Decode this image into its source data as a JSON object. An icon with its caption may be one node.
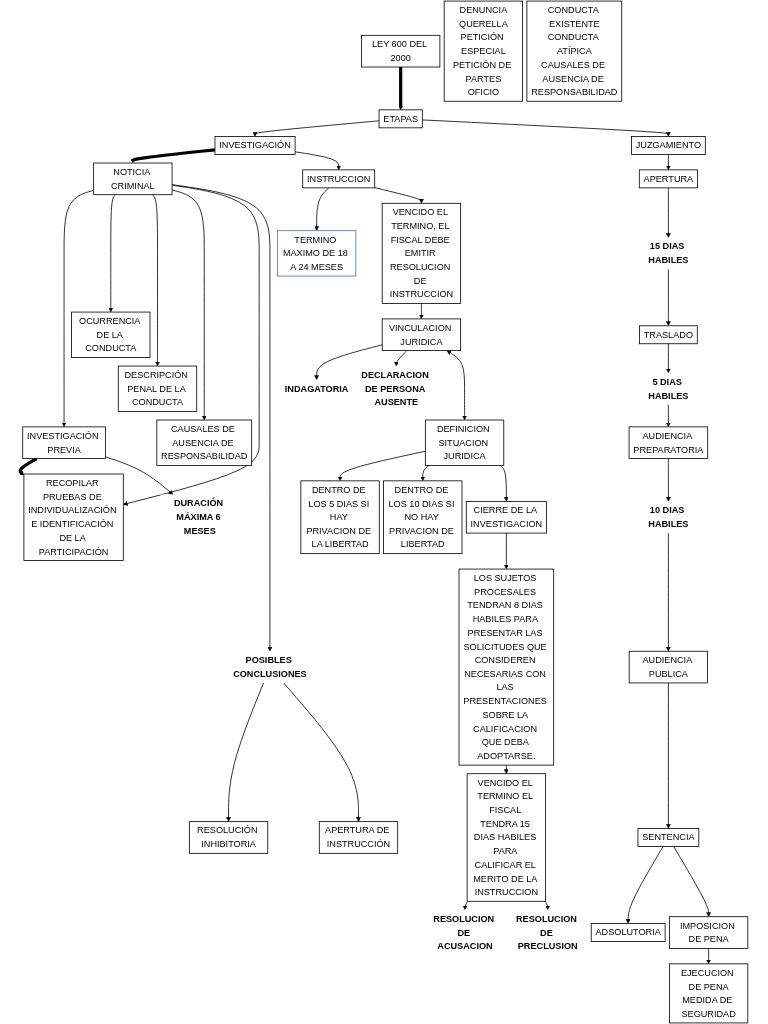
{
  "diagram": {
    "nodes": [
      {
        "text": [
          "LEY 600 DEL 2000"
        ]
      },
      {
        "text": [
          "ETAPAS"
        ]
      },
      {
        "text": [
          "INVESTIGACIÓN"
        ]
      },
      {
        "text": [
          "JUZGAMIENTO"
        ]
      },
      {
        "text": [
          "NOTICIA CRIMINAL"
        ]
      },
      {
        "text": [
          "DENUNCIA",
          "QUERELLA",
          "PETICIÓN ESPECIAL",
          "PETICIÓN DE PARTES",
          "OFICIO"
        ]
      },
      {
        "text": [
          "INVESTIGACIÓN PREVIA"
        ]
      },
      {
        "text": [
          "OCURRENCIA DE LA CONDUCTA"
        ]
      },
      {
        "text": [
          "DESCRIPCIÓN PENAL DE LA CONDUCTA"
        ]
      },
      {
        "text": [
          "CAUSALES DE AUSENCIA DE RESPONSABILIDAD"
        ]
      },
      {
        "text": [
          "RECOPILAR PRUEBAS DE INDIVIDUALIZACIÓN E IDENTIFICACIÓN DE LA PARTICIPACIÓN"
        ]
      },
      {
        "text": [
          "POSIBLES CONCLUSIONES"
        ]
      },
      {
        "text": [
          "RESOLUCIÓN INHIBITORIA"
        ]
      },
      {
        "text": [
          "APERTURA DE INSTRUCCIÓN"
        ]
      },
      {
        "text": [
          "CONDUCTA EXISTENTE",
          "CONDUCTA ATÍPICA",
          "CAUSALES DE AUSENCIA DE RESPONSABILIDAD"
        ]
      },
      {
        "text": [
          "TERMINO MAXIMO DE 18 A 24 MESES"
        ]
      },
      {
        "text": [
          "INSTRUCCION"
        ]
      },
      {
        "text": [
          "VENCIDO EL TERMINO, EL FISCAL DEBE EMITIR RESOLUCION DE INSTRUCCION"
        ]
      },
      {
        "text": [
          "DURACIÓN MÁXIMA 6 MESES"
        ]
      },
      {
        "text": [
          "VINCULACION JURIDICA"
        ]
      },
      {
        "text": [
          "INDAGATORIA"
        ]
      },
      {
        "text": [
          "DECLARACION DE PERSONA AUSENTE"
        ]
      },
      {
        "text": [
          "DEFINICION SITUACION JURIDICA"
        ]
      },
      {
        "text": [
          "DENTRO DE LOS 5 DIAS SI HAY PRIVACION DE LA LIBERTAD"
        ]
      },
      {
        "text": [
          "DENTRO DE LOS 10 DIAS SI NO HAY PRIVACION DE LIBERTAD"
        ]
      },
      {
        "text": [
          "CIERRE DE LA INVESTIGACION"
        ]
      },
      {
        "text": [
          "LOS SUJETOS PROCESALES TENDRAN 8 DIAS HABILES PARA PRESENTAR LAS SOLICITUDES QUE CONSIDEREN NECESARIAS CON LAS PRESENTACIONES SOBRE LA CALIFICACION QUE DEBA ADOPTARSE."
        ]
      },
      {
        "text": [
          "VENCIDO EL TERMINO EL FISCAL TENDRA 15 DIAS HABILES PARA CALIFICAR EL MERITO DE LA INSTRUCCION"
        ]
      },
      {
        "text": [
          "RESOLUCION DE ACUSACION"
        ]
      },
      {
        "text": [
          "RESOLUCION DE PRECLUSION"
        ]
      },
      {
        "text": [
          "APERTURA"
        ]
      },
      {
        "text": [
          "15 DIAS HABILES"
        ]
      },
      {
        "text": [
          "TRASLADO"
        ]
      },
      {
        "text": [
          "5 DIAS HABILES"
        ]
      },
      {
        "text": [
          "AUDIENCIA PREPARATORIA"
        ]
      },
      {
        "text": [
          "10 DIAS HABILES"
        ]
      },
      {
        "text": [
          "AUDIENCIA PUBLICA"
        ]
      },
      {
        "text": [
          "SENTENCIA"
        ]
      },
      {
        "text": [
          "ADSOLUTORIA"
        ]
      },
      {
        "text": [
          "IMPOSICION DE PENA"
        ]
      },
      {
        "text": [
          "EJECUCION DE PENA",
          "MEDIDA DE SEGURIDAD"
        ]
      }
    ],
    "edges": [
      {
        "from": 0,
        "to": 1,
        "arrow": "to",
        "style": "thick"
      },
      {
        "from": 1,
        "to": 2,
        "arrow": "to"
      },
      {
        "from": 1,
        "to": 3,
        "arrow": "to"
      },
      {
        "from": 2,
        "to": 4,
        "arrow": "to",
        "style": "thick"
      },
      {
        "from": 2,
        "to": 16,
        "arrow": "to"
      },
      {
        "from": 4,
        "to": 6,
        "arrow": "to"
      },
      {
        "from": 4,
        "to": 7,
        "arrow": "to"
      },
      {
        "from": 4,
        "to": 8,
        "arrow": "to"
      },
      {
        "from": 4,
        "to": 9,
        "arrow": "to"
      },
      {
        "from": 4,
        "to": 10,
        "arrow": "to"
      },
      {
        "from": 4,
        "to": 11,
        "arrow": "to"
      },
      {
        "from": 6,
        "to": 10,
        "arrow": "to",
        "style": "thick"
      },
      {
        "from": 6,
        "to": 18,
        "arrow": "to"
      },
      {
        "from": 11,
        "to": 12,
        "arrow": "to"
      },
      {
        "from": 11,
        "to": 13,
        "arrow": "to"
      },
      {
        "from": 16,
        "to": 15,
        "arrow": "to"
      },
      {
        "from": 16,
        "to": 17,
        "arrow": "to"
      },
      {
        "from": 17,
        "to": 19,
        "arrow": "to"
      },
      {
        "from": 19,
        "to": 20,
        "arrow": "to"
      },
      {
        "from": 19,
        "to": 21,
        "arrow": "to"
      },
      {
        "from": 19,
        "to": 22,
        "arrow": "both"
      },
      {
        "from": 22,
        "to": 23,
        "arrow": "to"
      },
      {
        "from": 22,
        "to": 24,
        "arrow": "to"
      },
      {
        "from": 22,
        "to": 25,
        "arrow": "to"
      },
      {
        "from": 25,
        "to": 26,
        "arrow": "to"
      },
      {
        "from": 26,
        "to": 27,
        "arrow": "to"
      },
      {
        "from": 27,
        "to": 28,
        "arrow": "to"
      },
      {
        "from": 27,
        "to": 29,
        "arrow": "to"
      },
      {
        "from": 3,
        "to": 30,
        "arrow": "to"
      },
      {
        "from": 30,
        "to": 31,
        "arrow": "to"
      },
      {
        "from": 31,
        "to": 32,
        "arrow": "to"
      },
      {
        "from": 32,
        "to": 33,
        "arrow": "to"
      },
      {
        "from": 33,
        "to": 34,
        "arrow": "to"
      },
      {
        "from": 34,
        "to": 35,
        "arrow": "to"
      },
      {
        "from": 35,
        "to": 36,
        "arrow": "to"
      },
      {
        "from": 36,
        "to": 37,
        "arrow": "to"
      },
      {
        "from": 37,
        "to": 38,
        "arrow": "to"
      },
      {
        "from": 37,
        "to": 39,
        "arrow": "to"
      },
      {
        "from": 39,
        "to": 40,
        "arrow": "to"
      }
    ]
  }
}
